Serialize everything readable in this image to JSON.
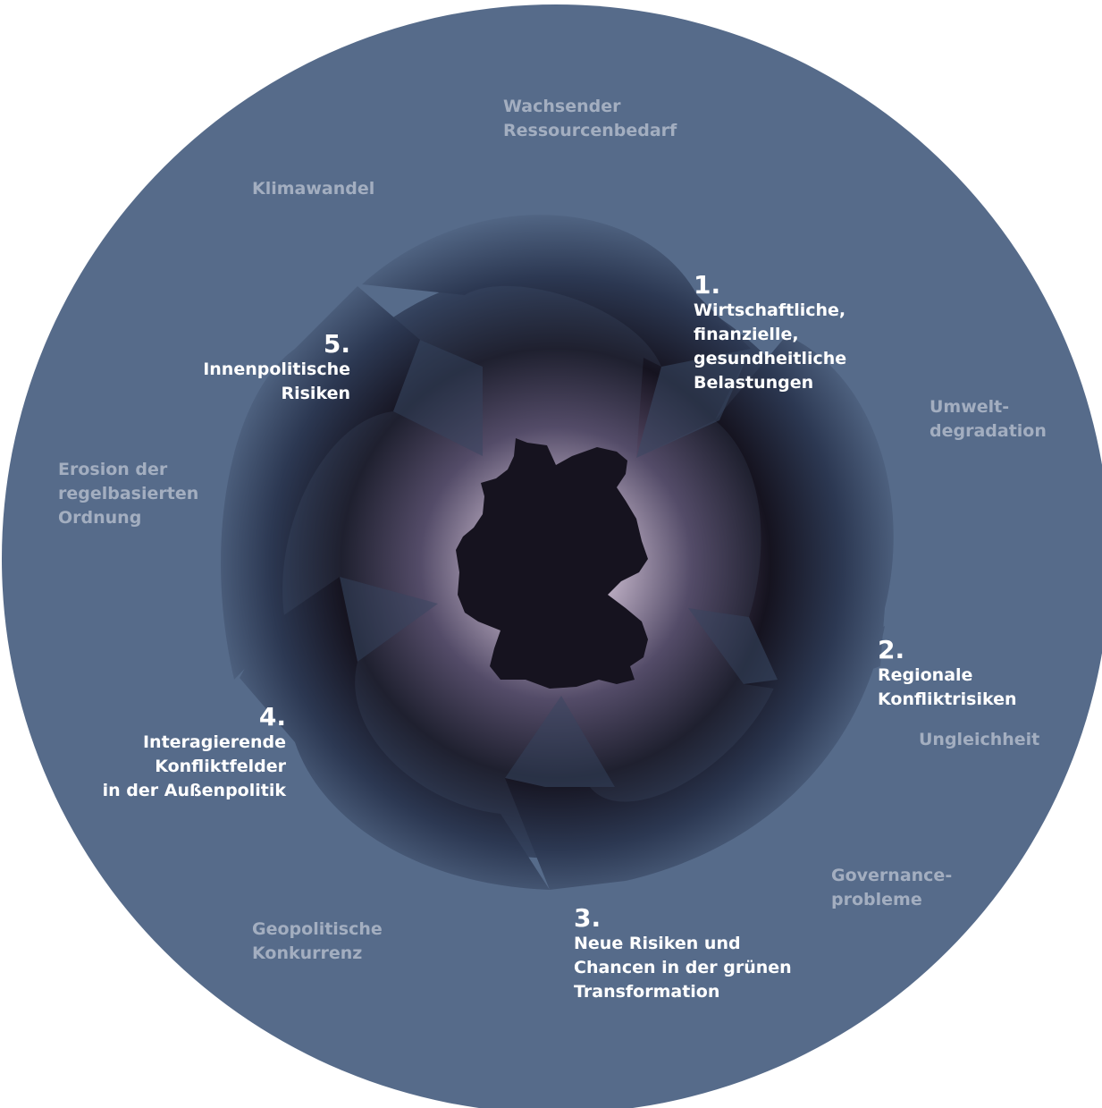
{
  "colors": {
    "outer_ring": "#566b8a",
    "arrow_mid": "#3b4a66",
    "core_dark": "#15131f",
    "glow": "#d8c8d6",
    "outer_text": "#a3aec0",
    "risk_text": "#ffffff"
  },
  "outer_drivers": [
    "Wachsender\nRessourcenbedarf",
    "Klimawandel",
    "Umwelt-\ndegradation",
    "Erosion der\nregelbasierten\nOrdnung",
    "Ungleichheit",
    "Governance-\nprobleme",
    "Geopolitische\nKonkurrenz"
  ],
  "risks": [
    {
      "number": "1.",
      "label": "Wirtschaftliche,\nfinanzielle,\ngesundheitliche\nBelastungen"
    },
    {
      "number": "2.",
      "label": "Regionale\nKonfliktrisiken"
    },
    {
      "number": "3.",
      "label": "Neue Risiken und\nChancen in der grünen\nTransformation"
    },
    {
      "number": "4.",
      "label": "Interagierende\nKonfliktfelder\nin der Außenpolitik"
    },
    {
      "number": "5.",
      "label": "Innenpolitische\nRisiken"
    }
  ],
  "center_icon": "germany-map-silhouette"
}
